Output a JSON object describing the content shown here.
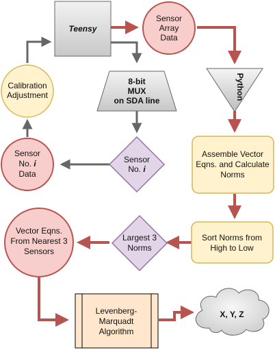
{
  "nodes": {
    "teensy": {
      "label": "Teensy"
    },
    "sensor_array": {
      "lines": [
        "Sensor",
        "Array",
        "Data"
      ]
    },
    "calibration": {
      "lines": [
        "Calibration",
        "Adjustment"
      ]
    },
    "mux": {
      "lines": [
        "8-bit",
        "MUX",
        "on SDA line"
      ]
    },
    "python": {
      "label": "Python"
    },
    "sensor_no_i_data": {
      "line1": "Sensor",
      "line2_prefix": "No. ",
      "line2_var": "i",
      "line3": "Data"
    },
    "sensor_no_i": {
      "line1": "Sensor",
      "line2_prefix": "No. ",
      "line2_var": "i"
    },
    "assemble": {
      "lines": [
        "Assemble Vector",
        "Eqns. and Calculate",
        "Norms"
      ]
    },
    "vector_eqns": {
      "lines": [
        "Vector Eqns.",
        "From Nearest 3",
        "Sensors"
      ]
    },
    "largest3": {
      "lines": [
        "Largest 3",
        "Norms"
      ]
    },
    "sort": {
      "lines": [
        "Sort Norms from",
        "High to Low"
      ]
    },
    "lm": {
      "lines": [
        "Levenberg-",
        "Marquadt",
        "Algorithm"
      ]
    },
    "xyz": {
      "label": "X, Y, Z"
    }
  },
  "colors": {
    "red_arrow": "#b85450",
    "gray_arrow": "#666666",
    "red_fill": "#f8cecc",
    "red_stroke": "#b85450",
    "yellow_fill": "#fff2cc",
    "yellow_stroke": "#d6b656",
    "purple_fill": "#e1d5e7",
    "purple_stroke": "#9673a6",
    "gray_fill": "#e6e6e6",
    "gray_stroke": "#666666",
    "orange_fill": "#ffe6cc",
    "orange_stroke": "#d79b00"
  }
}
